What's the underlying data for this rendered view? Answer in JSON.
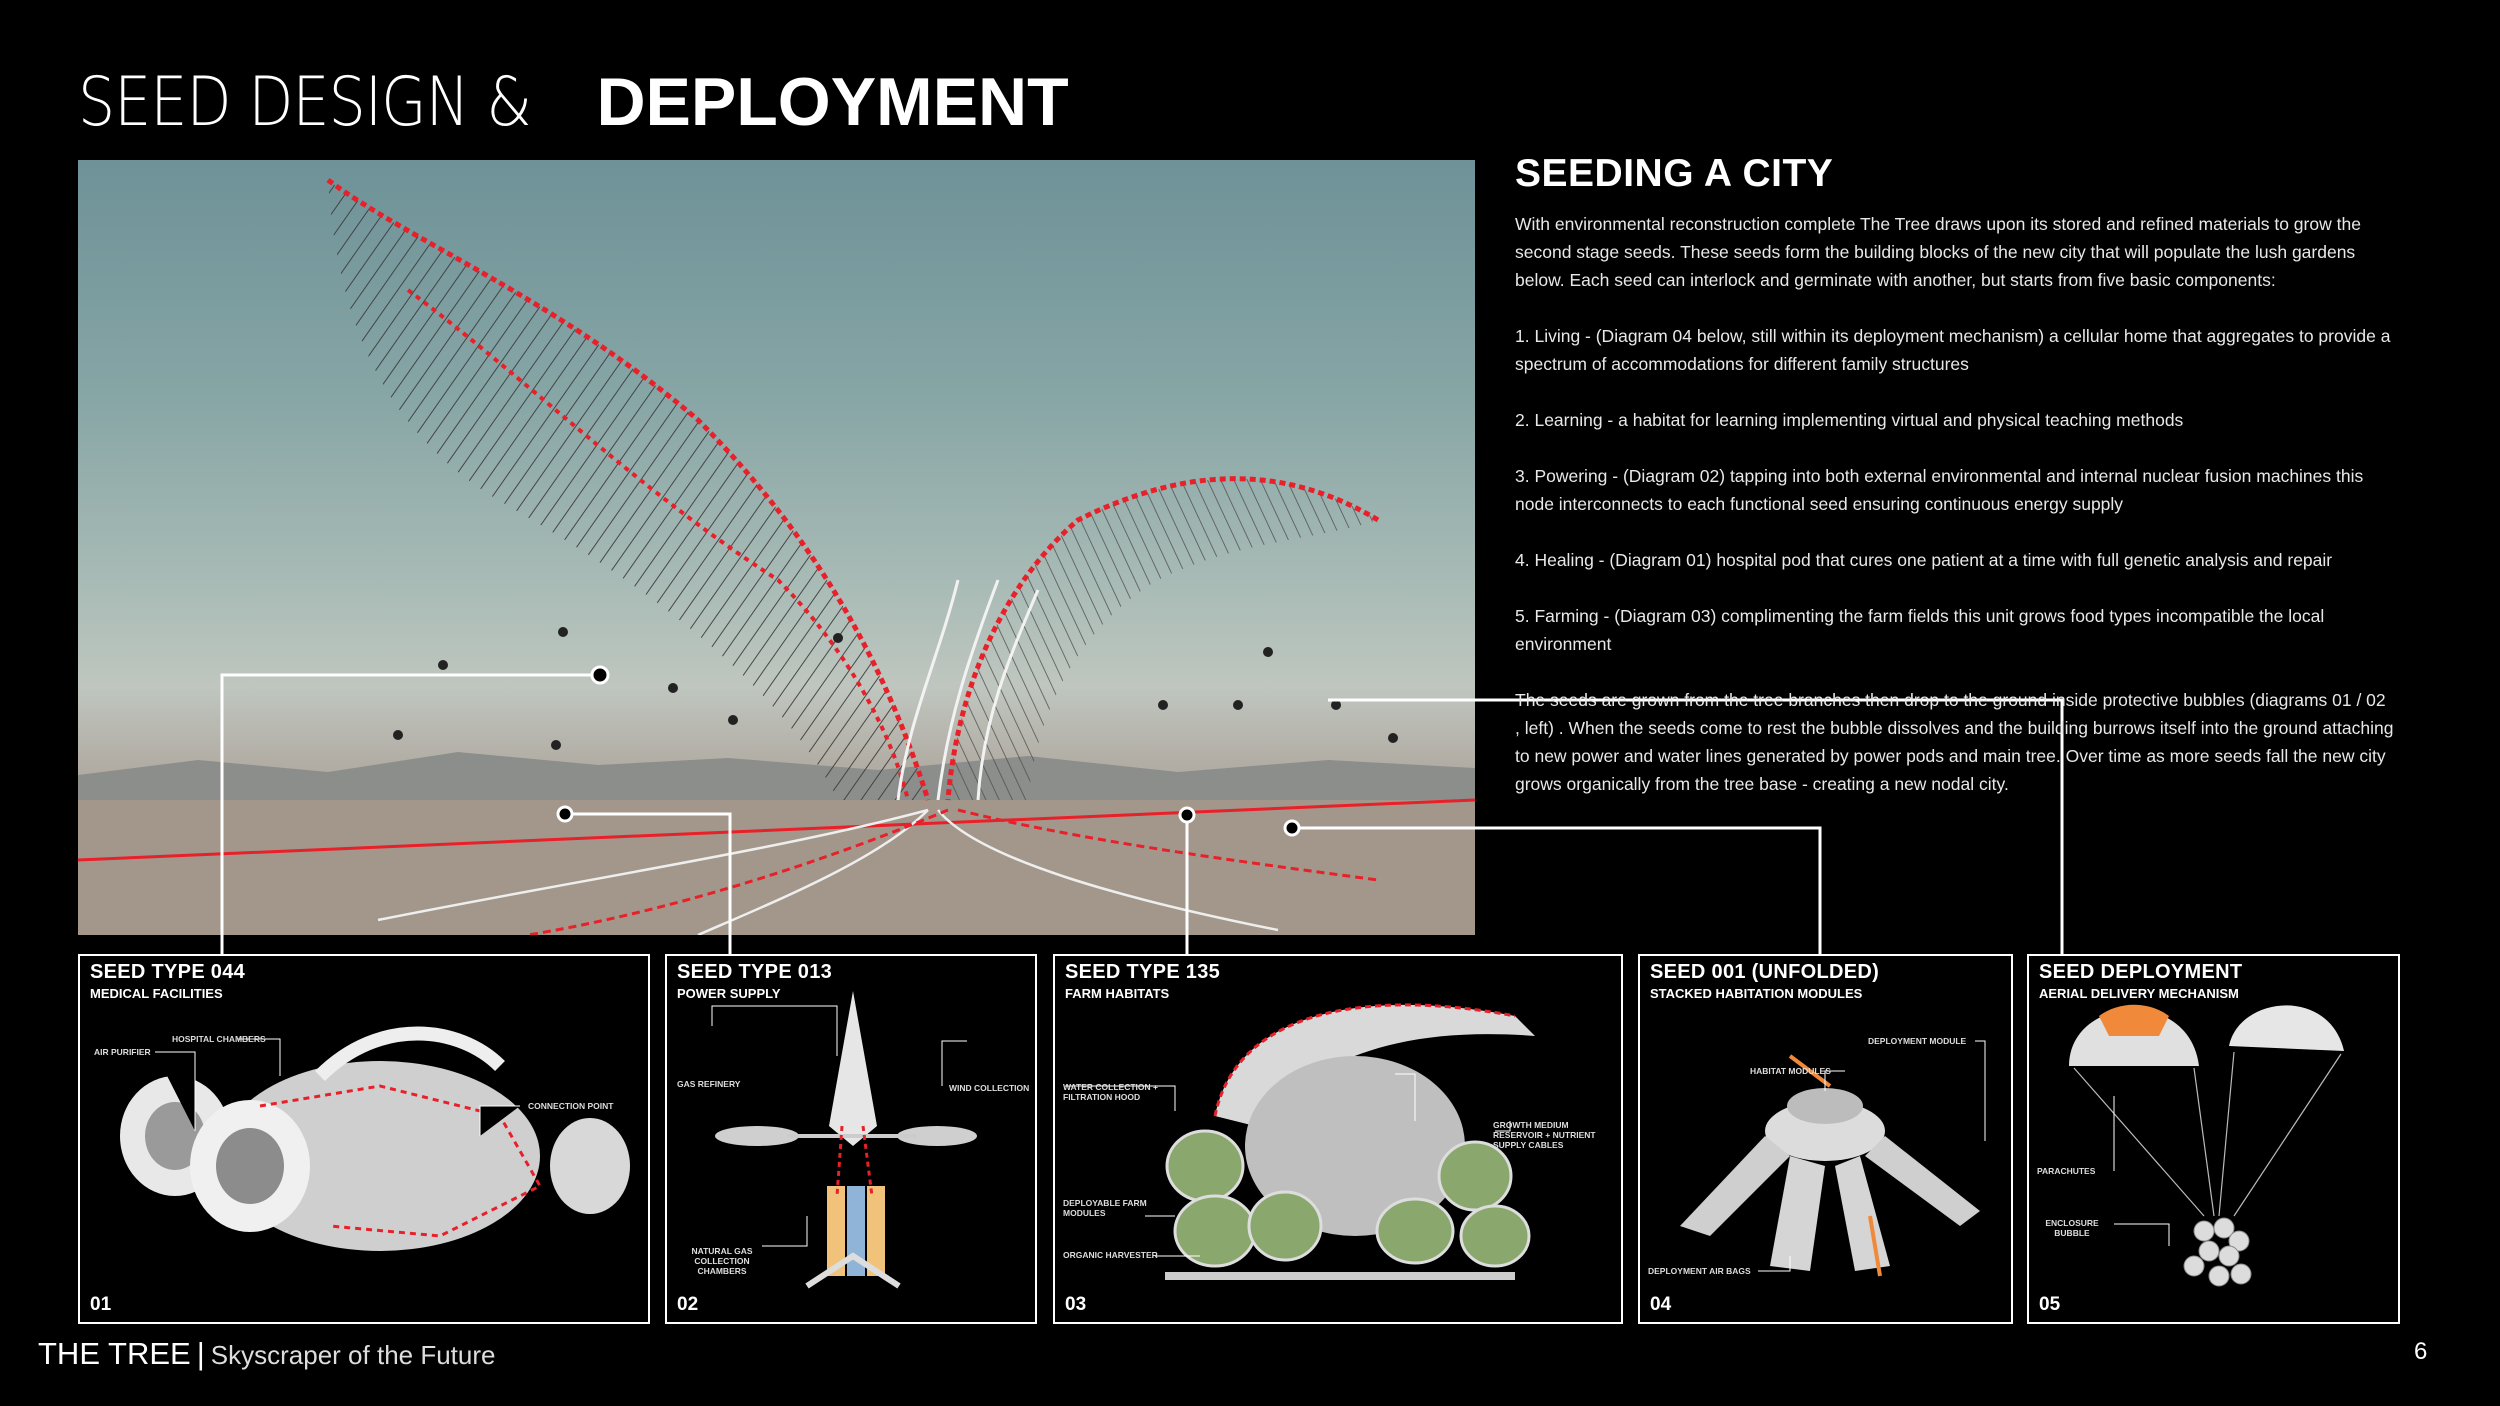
{
  "title": {
    "light": "SEED DESIGN &",
    "bold": "DEPLOYMENT"
  },
  "section": {
    "heading": "SEEDING A CITY",
    "paragraphs": [
      "With environmental reconstruction complete The Tree draws upon its stored and refined materials to grow the second stage seeds. These seeds form the building blocks of the new city that will populate the lush gardens below. Each seed can interlock and germinate with another, but starts from five basic components:",
      "1. Living - (Diagram 04 below, still within its deployment mechanism) a cellular home that aggregates to provide a spectrum of accommodations for different family structures",
      "2. Learning - a habitat for learning implementing virtual and physical teaching methods",
      "3. Powering - (Diagram 02) tapping into both external environmental and internal nuclear fusion machines this node interconnects to each functional seed ensuring continuous energy supply",
      "4. Healing - (Diagram 01)  hospital pod that cures one patient at a time with full genetic analysis and repair",
      "5. Farming - (Diagram 03) complimenting the farm fields this unit grows food types incompatible the local environment",
      "The seeds are grown from the tree branches then drop to the ground inside protective bubbles (diagrams 01 / 02 , left) . When the seeds come to rest the bubble dissolves and the building burrows itself into the ground attaching to new power and water lines generated by power pods and main tree. Over time as more seeds fall the new city grows organically from the tree base - creating a new nodal city."
    ]
  },
  "panels": [
    {
      "title": "SEED TYPE 044",
      "subtitle": "MEDICAL FACILITIES",
      "number": "01",
      "labels": [
        "HOSPITAL CHAMBERS",
        "AIR PURIFIER",
        "CONNECTION POINT"
      ]
    },
    {
      "title": "SEED TYPE 013",
      "subtitle": "POWER SUPPLY",
      "number": "02",
      "labels": [
        "GAS REFINERY",
        "WIND COLLECTION",
        "NATURAL GAS COLLECTION CHAMBERS"
      ]
    },
    {
      "title": "SEED TYPE 135",
      "subtitle": "FARM HABITATS",
      "number": "03",
      "labels": [
        "WATER COLLECTION + FILTRATION HOOD",
        "GROWTH MEDIUM RESERVOIR + NUTRIENT SUPPLY CABLES",
        "DEPLOYABLE FARM MODULES",
        "ORGANIC HARVESTER"
      ]
    },
    {
      "title": "SEED 001 (UNFOLDED)",
      "subtitle": "STACKED HABITATION MODULES",
      "number": "04",
      "labels": [
        "DEPLOYMENT MODULE",
        "HABITAT MODULES",
        "DEPLOYMENT AIR BAGS"
      ]
    },
    {
      "title": "SEED DEPLOYMENT",
      "subtitle": "AERIAL DELIVERY MECHANISM",
      "number": "05",
      "labels": [
        "PARACHUTES",
        "ENCLOSURE BUBBLE"
      ]
    }
  ],
  "footer": {
    "title": "THE TREE",
    "separator": "|",
    "subtitle": "Skyscraper of the Future"
  },
  "page_number": "6",
  "colors": {
    "background": "#000000",
    "text": "#ffffff",
    "accent_red": "#e8202a"
  }
}
